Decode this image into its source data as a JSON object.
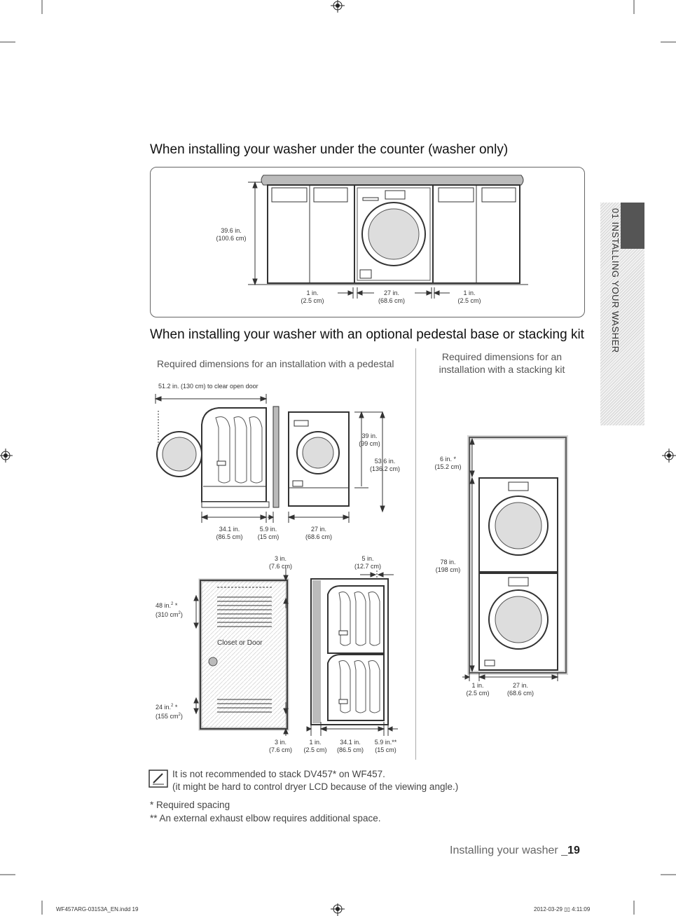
{
  "section1": {
    "heading": "When installing your washer under the counter (washer only)",
    "height_in": "39.6 in.",
    "height_cm": "(100.6 cm)",
    "gap_left_in": "1 in.",
    "gap_left_cm": "(2.5 cm)",
    "width_in": "27 in.",
    "width_cm": "(68.6 cm)",
    "gap_right_in": "1 in.",
    "gap_right_cm": "(2.5 cm)"
  },
  "section2": {
    "heading": "When installing your washer with an optional pedestal base or stacking kit",
    "pedestal_title": "Required dimensions for an installation with a pedestal",
    "stacking_title_line1": "Required dimensions for an",
    "stacking_title_line2": "installation with a stacking kit",
    "clear_door": "51.2 in. (130 cm) to clear open door",
    "p_depth_in": "34.1 in.",
    "p_depth_cm": "(86.5 cm)",
    "p_rear_in": "5.9 in.",
    "p_rear_cm": "(15 cm)",
    "p_width_in": "27 in.",
    "p_width_cm": "(68.6 cm)",
    "p_h1_in": "39 in.",
    "p_h1_cm": "(99 cm)",
    "p_h2_in": "53.6 in.",
    "p_h2_cm": "(136.2 cm)",
    "c_top_in": "3 in.",
    "c_top_cm": "(7.6 cm)",
    "c_vent_top_in": "48 in.",
    "c_vent_top_sup": "2",
    "c_vent_top_star": " *",
    "c_vent_top_cm": "(310 cm",
    "c_vent_top_cm_sup": "2",
    "c_vent_top_cm_end": ")",
    "c_vent_bot_in": "24 in.",
    "c_vent_bot_sup": "2",
    "c_vent_bot_star": " *",
    "c_vent_bot_cm": "(155 cm",
    "c_vent_bot_cm_sup": "2",
    "c_vent_bot_cm_end": ")",
    "door_label": "Closet or Door",
    "c_bot_in": "3 in.",
    "c_bot_cm": "(7.6 cm)",
    "s_top_in": "5 in.",
    "s_top_cm": "(12.7 cm)",
    "s_gap_in": "1 in.",
    "s_gap_cm": "(2.5 cm)",
    "s_depth_in": "34.1 in.",
    "s_depth_cm": "(86.5 cm)",
    "s_rear_in": "5.9 in.**",
    "s_rear_cm": "(15 cm)",
    "k_top_in": "6 in. *",
    "k_top_cm": "(15.2 cm)",
    "k_h_in": "78 in.",
    "k_h_cm": "(198 cm)",
    "k_gap_in": "1 in.",
    "k_gap_cm": "(2.5 cm)",
    "k_width_in": "27 in.",
    "k_width_cm": "(68.6 cm)"
  },
  "notes": {
    "line1": "It is not recommended to stack DV457* on WF457.",
    "line2": "(it might be hard to control dryer LCD because of the viewing angle.)",
    "footnote1": "* Required spacing",
    "footnote2": "** An external exhaust elbow requires additional space."
  },
  "side_tab": {
    "label": "01 INSTALLING YOUR WASHER"
  },
  "footer": {
    "title": "Installing your washer _",
    "page": "19",
    "file": "WF457ARG-03153A_EN.indd   19",
    "timestamp": "2012-03-29   ▯▯ 4:11:09"
  },
  "icons": {
    "note": "note-pencil-icon",
    "registration": "registration-mark-icon"
  },
  "colors": {
    "accent_dark": "#555555",
    "line": "#222222"
  }
}
